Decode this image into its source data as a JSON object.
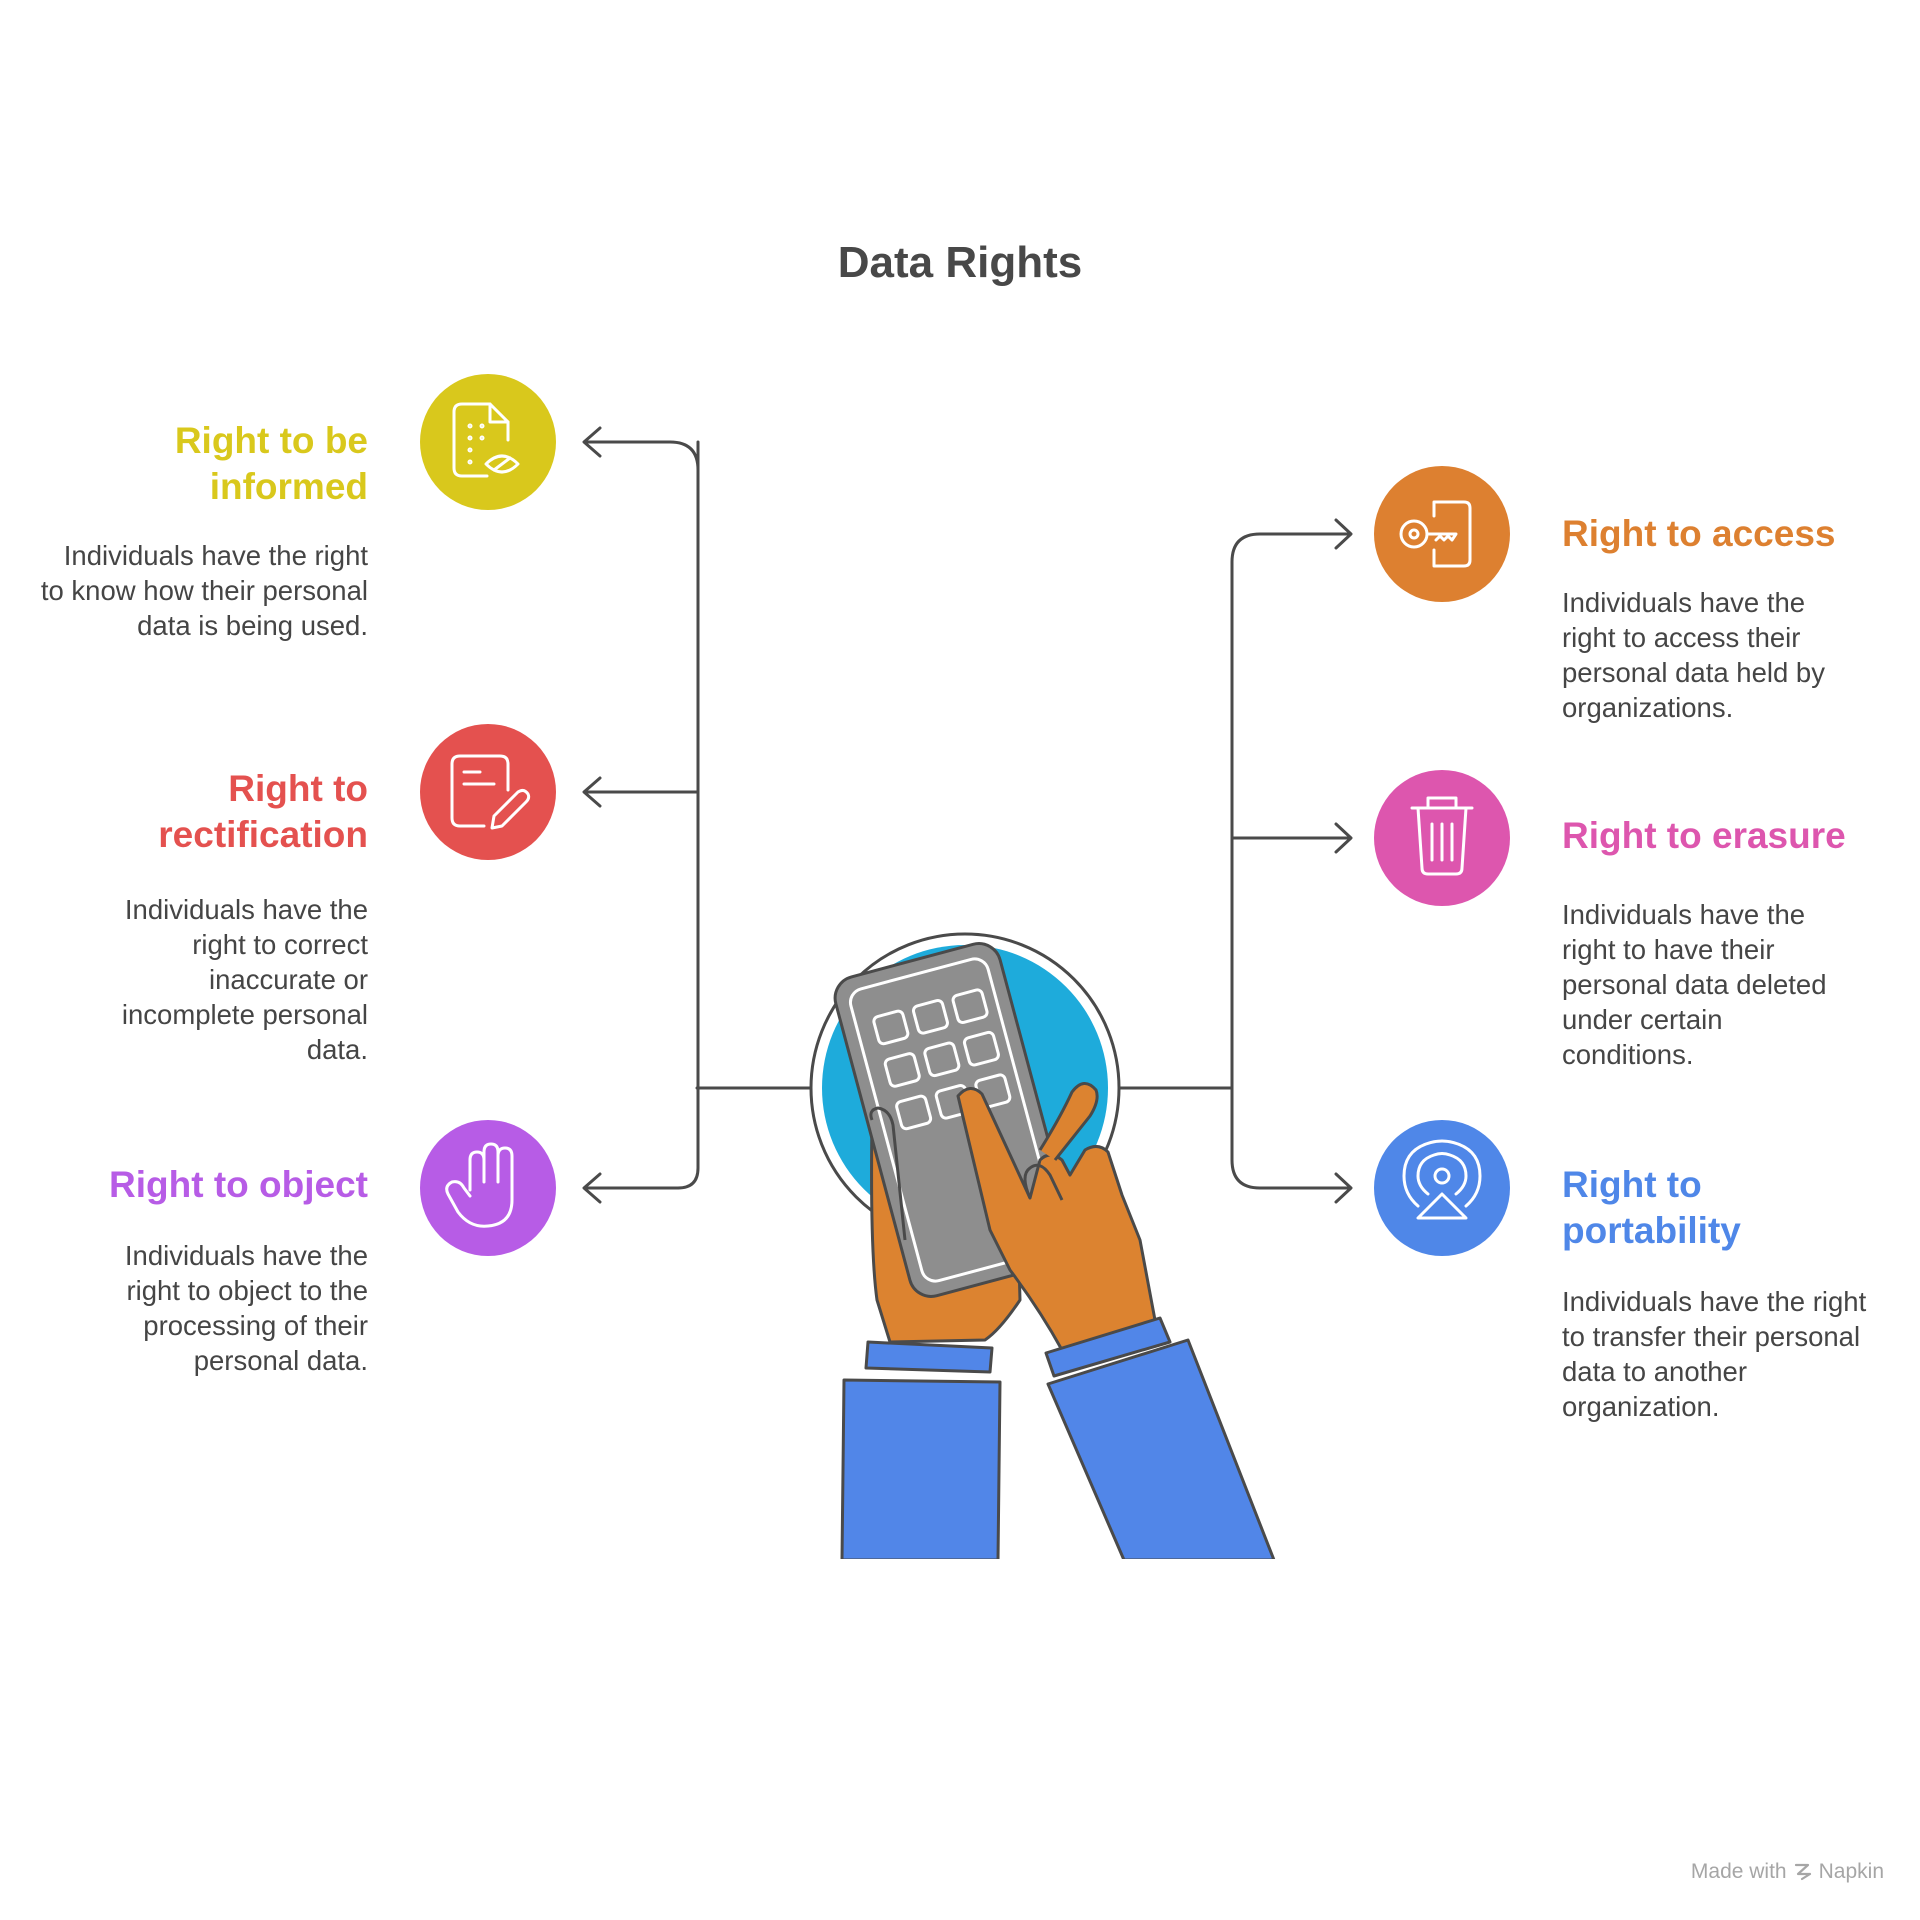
{
  "title": "Data Rights",
  "colors": {
    "informed": "#D9C81C",
    "rectification": "#E4514F",
    "object": "#B75CE6",
    "access": "#DD8030",
    "erasure": "#DD56AE",
    "portability": "#4F87E8",
    "connector": "#4a4a4a",
    "screen": "#1EABDB",
    "sleeve": "#5186E8",
    "hand": "#DC8330",
    "device": "#8E8E8E"
  },
  "rights": {
    "informed": {
      "title": "Right to be informed",
      "title_lines": [
        "Right to be",
        "informed"
      ],
      "description": "Individuals have the right to know how their personal data is being used.",
      "icon": "document-eye-icon"
    },
    "rectification": {
      "title": "Right to rectification",
      "title_lines": [
        "Right to",
        "rectification"
      ],
      "description": "Individuals have the right to correct inaccurate or incomplete personal data.",
      "icon": "document-edit-icon"
    },
    "object": {
      "title": "Right to object",
      "title_lines": [
        "Right to object"
      ],
      "description": "Individuals have the right to object to the processing of their personal data.",
      "icon": "hand-stop-icon"
    },
    "access": {
      "title": "Right to access",
      "title_lines": [
        "Right to access"
      ],
      "description": "Individuals have the right to access their personal data held by organizations.",
      "icon": "key-door-icon"
    },
    "erasure": {
      "title": "Right to erasure",
      "title_lines": [
        "Right to erasure"
      ],
      "description": "Individuals have the right to have their personal data deleted under certain conditions.",
      "icon": "trash-icon"
    },
    "portability": {
      "title": "Right to portability",
      "title_lines": [
        "Right to",
        "portability"
      ],
      "description": "Individuals have the right to transfer their personal data to another organization.",
      "icon": "airplay-icon"
    }
  },
  "footer": {
    "made_with": "Made with",
    "brand": "Napkin"
  }
}
